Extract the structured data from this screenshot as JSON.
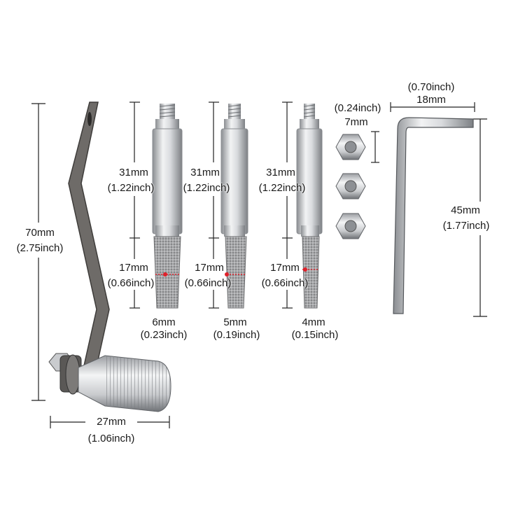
{
  "colors": {
    "background": "#ffffff",
    "dimension_line": "#222222",
    "steel_light": "#e6e8ea",
    "steel_dark": "#8b8e92",
    "handle_metal": "#6e6b68",
    "diamond_grit": "#9a9b9d",
    "marker_red": "#e0202a"
  },
  "handle": {
    "height_mm": "70mm",
    "height_inch": "(2.75inch)",
    "knob_mm": "27mm",
    "knob_inch": "(1.06inch)"
  },
  "bits": [
    {
      "shank_mm": "31mm",
      "shank_inch": "(1.22inch)",
      "tip_mm": "17mm",
      "tip_inch": "(0.66inch)",
      "dia_mm": "6mm",
      "dia_inch": "(0.23inch)"
    },
    {
      "shank_mm": "31mm",
      "shank_inch": "(1.22inch)",
      "tip_mm": "17mm",
      "tip_inch": "(0.66inch)",
      "dia_mm": "5mm",
      "dia_inch": "(0.19inch)"
    },
    {
      "shank_mm": "31mm",
      "shank_inch": "(1.22inch)",
      "tip_mm": "17mm",
      "tip_inch": "(0.66inch)",
      "dia_mm": "4mm",
      "dia_inch": "(0.15inch)"
    }
  ],
  "nuts": {
    "count": 3,
    "size_inch": "(0.24inch)",
    "size_mm": "7mm"
  },
  "hex_key": {
    "width_inch": "(0.70inch)",
    "width_mm": "18mm",
    "length_mm": "45mm",
    "length_inch": "(1.77inch)"
  }
}
